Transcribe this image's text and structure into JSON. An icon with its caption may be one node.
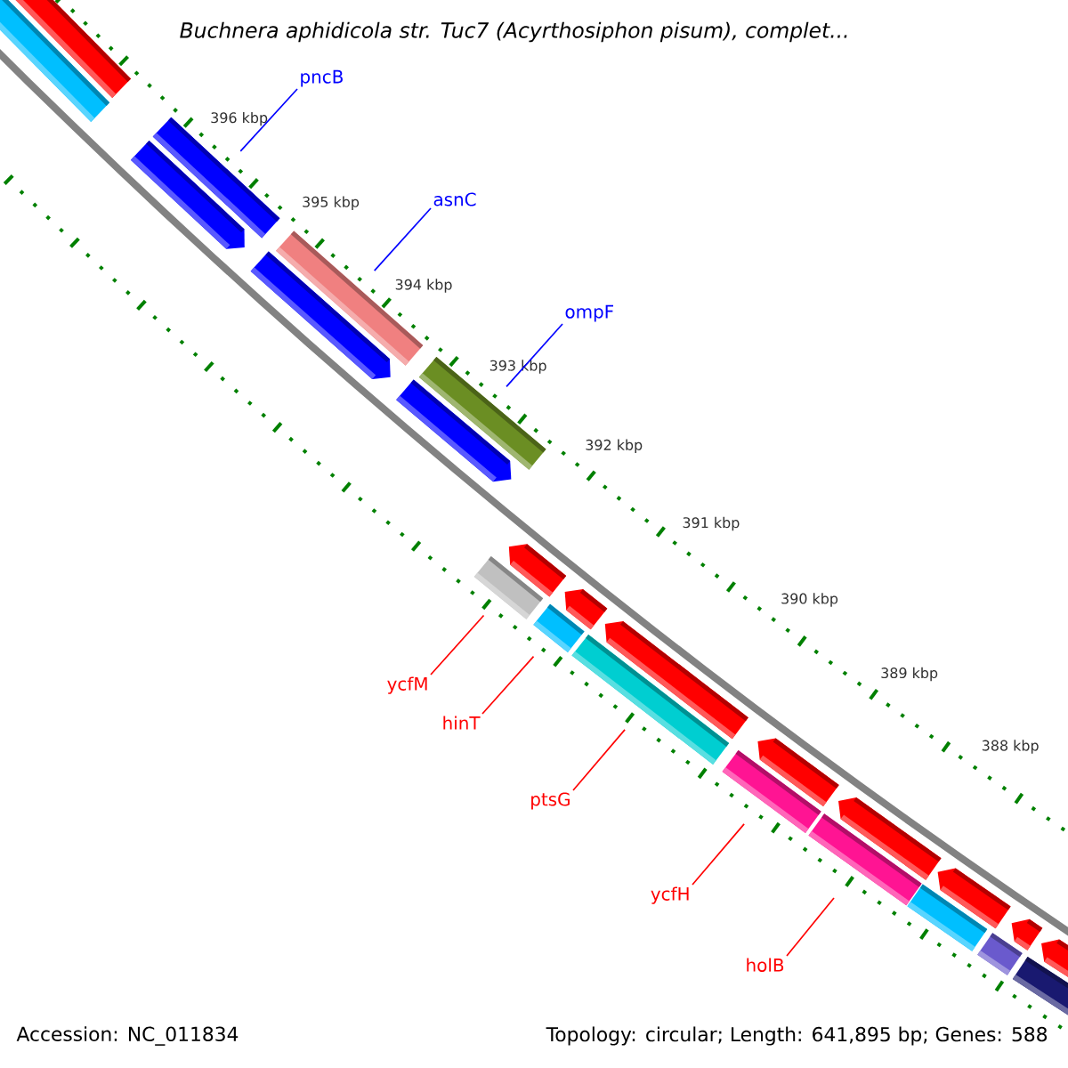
{
  "diagram": {
    "title": "Buchnera aphidicola str. Tuc7 (Acyrthosiphon pisum), complet...",
    "nodes": [
      {
        "text": [
          "pncB"
        ]
      },
      {
        "text": [],
        "shape": "bar"
      },
      {
        "text": [
          "asnC"
        ]
      },
      {
        "text": [],
        "shape": "bar"
      },
      {
        "text": [
          "ompF"
        ]
      },
      {
        "text": [],
        "shape": "bar"
      },
      {
        "text": [
          "ycfM"
        ]
      },
      {
        "text": [],
        "shape": "bar"
      },
      {
        "text": [
          "hinT"
        ]
      },
      {
        "text": [],
        "shape": "bar"
      },
      {
        "text": [
          "ptsG"
        ]
      },
      {
        "text": [],
        "shape": "bar"
      },
      {
        "text": [
          "ycfH"
        ]
      },
      {
        "text": [],
        "shape": "bar"
      },
      {
        "text": [
          "holB"
        ]
      },
      {
        "text": [],
        "shape": "bar"
      }
    ],
    "edges": [
      {
        "from": 0,
        "to": 1,
        "arrow": "none",
        "color": "#0000ff"
      },
      {
        "from": 2,
        "to": 3,
        "arrow": "none",
        "color": "#0000ff"
      },
      {
        "from": 4,
        "to": 5,
        "arrow": "none",
        "color": "#0000ff"
      },
      {
        "from": 6,
        "to": 7,
        "arrow": "none"
      },
      {
        "from": 8,
        "to": 9,
        "arrow": "none"
      },
      {
        "from": 10,
        "to": 11,
        "arrow": "none"
      },
      {
        "from": 12,
        "to": 13,
        "arrow": "none"
      },
      {
        "from": 14,
        "to": 15,
        "arrow": "none"
      }
    ],
    "labels": [
      "396 kbp",
      "395 kbp",
      "394 kbp",
      "393 kbp",
      "392 kbp",
      "391 kbp",
      "390 kbp",
      "389 kbp",
      "388 kbp",
      "Accession: NC_011834",
      "Topology: circular; Length: 641,895 bp; Genes: 588"
    ]
  }
}
